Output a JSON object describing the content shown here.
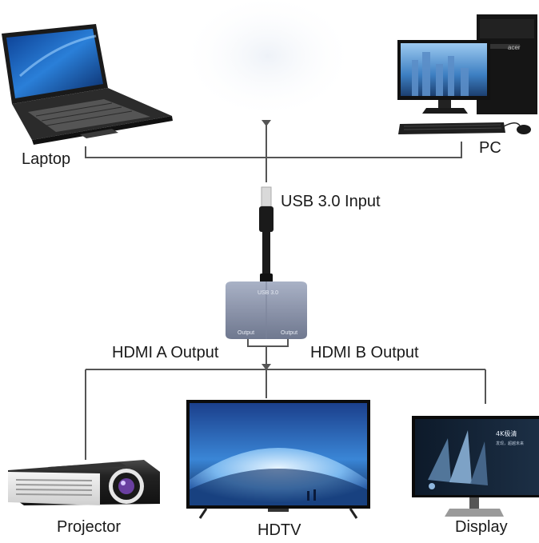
{
  "labels": {
    "laptop": "Laptop",
    "pc": "PC",
    "usb_input": "USB 3.0 Input",
    "hdmi_a": "HDMI A Output",
    "hdmi_b": "HDMI B Output",
    "projector": "Projector",
    "hdtv": "HDTV",
    "display": "Display"
  },
  "adapter": {
    "top_text": "USB 3.0",
    "port_left": "Output",
    "port_right": "Output"
  },
  "display_screen": {
    "brand_text": "4K极清",
    "sub_text": "发现，超越未来"
  },
  "pc_tower": {
    "brand": "acer"
  },
  "colors": {
    "line": "#555555",
    "adapter_body": "#8f97ab",
    "screen_blue": "#1e4f86"
  }
}
